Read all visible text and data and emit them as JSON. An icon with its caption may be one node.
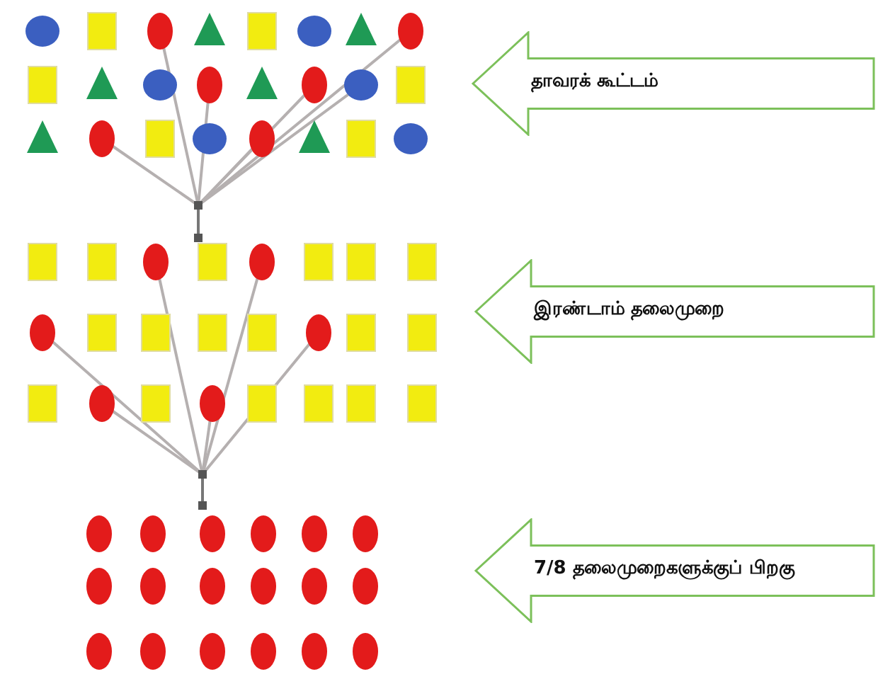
{
  "diagram": {
    "nodes": [
      {
        "text": [
          "தாவரக் கூட்டம்"
        ]
      },
      {
        "text": [
          "இரண்டாம் தலைமுறை"
        ]
      },
      {
        "text": [
          "7/8 தலைமுறைகளுக்குப் பிறகு"
        ]
      }
    ]
  }
}
